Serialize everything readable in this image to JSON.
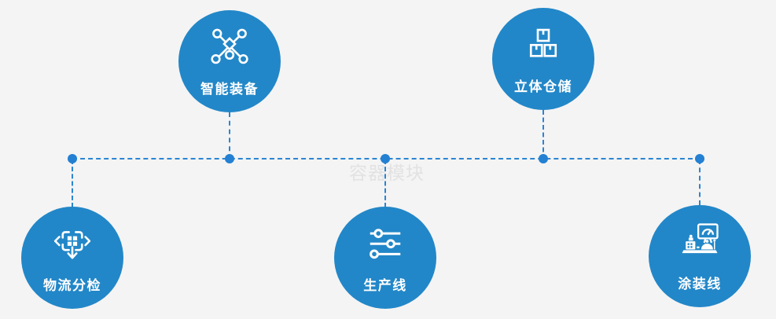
{
  "diagram": {
    "watermark": "容器模块",
    "colors": {
      "background": "#f4f4f4",
      "node_fill": "#2287c8",
      "connector_line": "#2b85d2",
      "junction_dot": "#2380d2",
      "icon_and_label": "#ffffff",
      "watermark_text": "#e2e2e2"
    },
    "nodes": [
      {
        "label": "智能装备",
        "icon": "network-nodes-icon",
        "row": "top"
      },
      {
        "label": "立体仓储",
        "icon": "stacked-boxes-icon",
        "row": "top"
      },
      {
        "label": "物流分检",
        "icon": "sort-distribute-arrows-icon",
        "row": "bottom"
      },
      {
        "label": "生产线",
        "icon": "sliders-icon",
        "row": "bottom"
      },
      {
        "label": "涂装线",
        "icon": "control-station-icon",
        "row": "bottom"
      }
    ]
  }
}
